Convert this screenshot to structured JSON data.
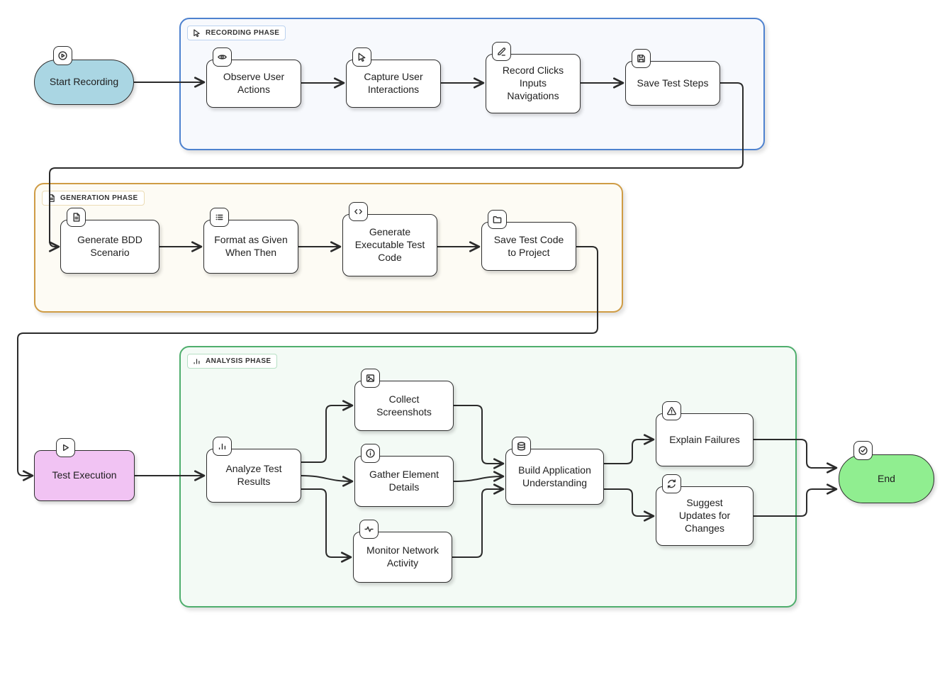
{
  "phases": {
    "recording": {
      "label": "RECORDING PHASE",
      "icon": "cursor-icon",
      "border_color": "#4e82cf",
      "background": "#f7f9fd"
    },
    "generation": {
      "label": "GENERATION PHASE",
      "icon": "file-text-icon",
      "border_color": "#cf9c45",
      "background": "#fdfbf4"
    },
    "analysis": {
      "label": "ANALYSIS PHASE",
      "icon": "bar-chart-icon",
      "border_color": "#4fae6d",
      "background": "#f3faf5"
    }
  },
  "nodes": {
    "start": {
      "label": "Start Recording",
      "icon": "play-circle-icon",
      "shape": "stadium",
      "fill": "#aad6e3"
    },
    "observe": {
      "label": "Observe User Actions",
      "icon": "eye-icon",
      "shape": "rect",
      "fill": "#ffffff"
    },
    "capture": {
      "label": "Capture User Interactions",
      "icon": "cursor-icon",
      "shape": "rect",
      "fill": "#ffffff"
    },
    "record": {
      "label": "Record Clicks Inputs Navigations",
      "icon": "pencil-icon",
      "shape": "rect",
      "fill": "#ffffff"
    },
    "save_steps": {
      "label": "Save Test Steps",
      "icon": "save-icon",
      "shape": "rect",
      "fill": "#ffffff"
    },
    "generate_bdd": {
      "label": "Generate BDD Scenario",
      "icon": "file-text-icon",
      "shape": "rect",
      "fill": "#ffffff"
    },
    "format_gwt": {
      "label": "Format as Given When Then",
      "icon": "list-icon",
      "shape": "rect",
      "fill": "#ffffff"
    },
    "generate_code": {
      "label": "Generate Executable Test Code",
      "icon": "code-icon",
      "shape": "rect",
      "fill": "#ffffff"
    },
    "save_code": {
      "label": "Save Test Code to Project",
      "icon": "folder-icon",
      "shape": "rect",
      "fill": "#ffffff"
    },
    "test_execution": {
      "label": "Test Execution",
      "icon": "play-icon",
      "shape": "rect",
      "fill": "#f1c3f3"
    },
    "analyze": {
      "label": "Analyze Test Results",
      "icon": "bar-chart-icon",
      "shape": "rect",
      "fill": "#ffffff"
    },
    "screenshots": {
      "label": "Collect Screenshots",
      "icon": "image-icon",
      "shape": "rect",
      "fill": "#ffffff"
    },
    "elements": {
      "label": "Gather Element Details",
      "icon": "info-icon",
      "shape": "rect",
      "fill": "#ffffff"
    },
    "network": {
      "label": "Monitor Network Activity",
      "icon": "activity-icon",
      "shape": "rect",
      "fill": "#ffffff"
    },
    "build": {
      "label": "Build Application Understanding",
      "icon": "database-icon",
      "shape": "rect",
      "fill": "#ffffff"
    },
    "failures": {
      "label": "Explain Failures",
      "icon": "alert-triangle-icon",
      "shape": "rect",
      "fill": "#ffffff"
    },
    "suggest": {
      "label": "Suggest Updates for Changes",
      "icon": "refresh-icon",
      "shape": "rect",
      "fill": "#ffffff"
    },
    "end": {
      "label": "End",
      "icon": "check-circle-icon",
      "shape": "stadium",
      "fill": "#90ee90"
    }
  },
  "edges": [
    {
      "from": "start",
      "to": "observe"
    },
    {
      "from": "observe",
      "to": "capture"
    },
    {
      "from": "capture",
      "to": "record"
    },
    {
      "from": "record",
      "to": "save_steps"
    },
    {
      "from": "save_steps",
      "to": "generate_bdd"
    },
    {
      "from": "generate_bdd",
      "to": "format_gwt"
    },
    {
      "from": "format_gwt",
      "to": "generate_code"
    },
    {
      "from": "generate_code",
      "to": "save_code"
    },
    {
      "from": "save_code",
      "to": "test_execution"
    },
    {
      "from": "test_execution",
      "to": "analyze"
    },
    {
      "from": "analyze",
      "to": "screenshots"
    },
    {
      "from": "analyze",
      "to": "elements"
    },
    {
      "from": "analyze",
      "to": "network"
    },
    {
      "from": "screenshots",
      "to": "build"
    },
    {
      "from": "elements",
      "to": "build"
    },
    {
      "from": "network",
      "to": "build"
    },
    {
      "from": "build",
      "to": "failures"
    },
    {
      "from": "build",
      "to": "suggest"
    },
    {
      "from": "failures",
      "to": "end"
    },
    {
      "from": "suggest",
      "to": "end"
    }
  ],
  "colors": {
    "edge": "#2b2b2b",
    "node_border": "#2e2e2e",
    "start_fill": "#aad6e3",
    "test_execution_fill": "#f1c3f3",
    "end_fill": "#90ee90"
  }
}
